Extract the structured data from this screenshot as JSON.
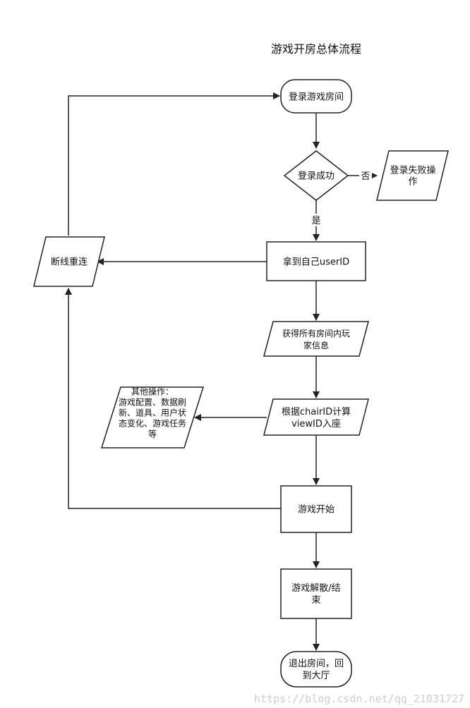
{
  "title": "游戏开房总体流程",
  "nodes": {
    "login_room": [
      "登录游戏房间"
    ],
    "login_success": [
      "登录成功"
    ],
    "login_fail": [
      "登录失败操",
      "作"
    ],
    "get_userid": [
      "拿到自己userID"
    ],
    "reconnect": [
      "断线重连"
    ],
    "get_players": [
      "获得所有房间内玩",
      "家信息"
    ],
    "seat": [
      "根据chairID计算",
      "viewID入座"
    ],
    "other_ops": [
      "其他操作：",
      "游戏配置、数据刷",
      "新、道具、用户状",
      "态变化、游戏任务",
      "等"
    ],
    "game_start": [
      "游戏开始"
    ],
    "game_end": [
      "游戏解散/结",
      "束"
    ],
    "exit_room": [
      "退出房间，回",
      "到大厅"
    ]
  },
  "edge_labels": {
    "no": "否",
    "yes": "是"
  },
  "watermark": "https://blog.csdn.net/qq_21031727",
  "colors": {
    "stroke": "#222222",
    "fill": "#ffffff",
    "text": "#111111",
    "watermark": "#cfcfcf"
  }
}
